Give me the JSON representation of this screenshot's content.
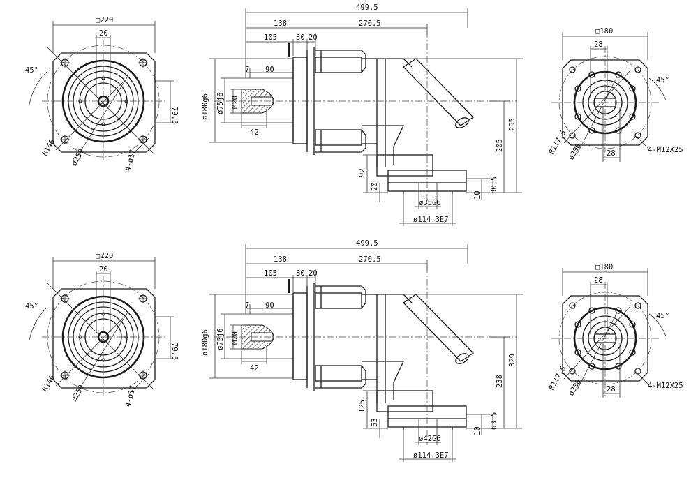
{
  "upper": {
    "front": {
      "square": "□220",
      "key": "20",
      "angle": "45°",
      "offset": "79.5",
      "radius": "R146",
      "pcd": "ø250",
      "holes": "4-ø17"
    },
    "side": {
      "total": "499.5",
      "d138": "138",
      "d270": "270.5",
      "d105": "105",
      "d30": "30",
      "d20": "20",
      "d7": "7",
      "d90": "90",
      "d42": "42",
      "m20": "M20",
      "shaft": "ø75j6",
      "pilot": "ø180g6",
      "h295": "295",
      "h205": "205",
      "h92": "92",
      "h20": "20",
      "h30": "30.5",
      "h10": "10",
      "bore": "ø35G6",
      "flange": "ø114.3E7"
    },
    "end": {
      "square": "□180",
      "key": "28",
      "key2": "28",
      "angle": "45°",
      "radius": "R117.5",
      "pcd": "ø200",
      "thread": "4-M12X25"
    }
  },
  "lower": {
    "front": {
      "square": "□220",
      "key": "20",
      "angle": "45°",
      "offset": "79.5",
      "radius": "R146",
      "pcd": "ø250",
      "holes": "4-ø17"
    },
    "side": {
      "total": "499.5",
      "d138": "138",
      "d270": "270.5",
      "d105": "105",
      "d30": "30",
      "d20": "20",
      "d7": "7",
      "d90": "90",
      "d42": "42",
      "m20": "M20",
      "shaft": "ø75j6",
      "pilot": "ø180g6",
      "h295": "329",
      "h205": "238",
      "h92": "125",
      "h20": "53",
      "h30": "63.5",
      "h10": "10",
      "bore": "ø42G6",
      "flange": "ø114.3E7"
    },
    "end": {
      "square": "□180",
      "key": "28",
      "key2": "28",
      "angle": "45°",
      "radius": "R117.5",
      "pcd": "ø200",
      "thread": "4-M12X25"
    }
  }
}
